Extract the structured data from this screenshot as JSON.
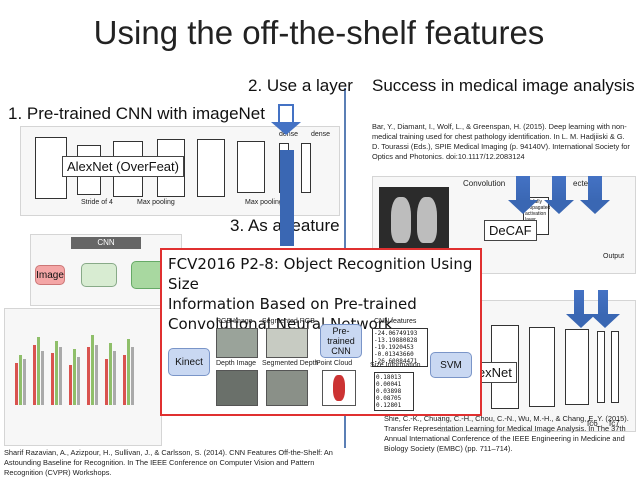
{
  "slide": {
    "title": "Using the off-the-shelf features",
    "step1": "1. Pre-trained CNN with imageNet",
    "step2": "2. Use a layer",
    "step3": "3. As a feature",
    "success": "Success in medical image analysis"
  },
  "citations": {
    "bar": "Bar, Y., Diamant, I., Wolf, L., & Greenspan, H. (2015). Deep learning with non-medical training used for chest pathology identification. In L. M. Hadjiiski & G. D. Tourassi (Eds.), SPIE Medical Imaging (p. 94140V). International Society for Optics and Photonics. doi:10.1117/12.2083124",
    "razavian": "Sharif Razavian, A., Azizpour, H., Sullivan, J., & Carlsson, S. (2014). CNN Features Off-the-Shelf: An Astounding Baseline for Recognition. In The IEEE Conference on Computer Vision and Pattern Recognition (CVPR) Workshops.",
    "shie": "Shie, C.-K., Chuang, C.-H., Chou, C.-N., Wu, M.-H., & Chang, E. Y. (2015). Transfer Representation Learning for Medical Image Analysis. In The 37th Annual International Conference of the IEEE Engineering in Medicine and Biology Society (EMBC) (pp. 711–714)."
  },
  "figures": {
    "alexnet_label": "AlexNet (OverFeat)",
    "decaf_label": "DeCAF",
    "alexnet_right_label": "lexNet",
    "convolution": "Convolution",
    "fully_connected": "ected",
    "first_fully": "1st fully propagated activation layer",
    "fc6": "fc6",
    "fc7": "fc7",
    "output": "Output",
    "max_pooling": "Max pooling",
    "stride": "Stride of 4",
    "dense": "dense",
    "cnn": "CNN"
  },
  "fcv": {
    "title_line1": "FCV2016 P2-8: Object Recognition Using Size",
    "title_line2": "Information Based on Pre-trained",
    "title_line3": "Convolutional Neural Network",
    "kinect": "Kinect",
    "rgb_image": "RGB Image",
    "segmented_rgb": "Segmented RGB",
    "depth_image": "Depth Image",
    "segmented_depth": "Segmented Depth",
    "point_cloud": "Point Cloud",
    "pretrained_cnn": "Pre-trained CNN",
    "cnn_features": "CNN features",
    "size_information": "Size Information",
    "svm": "SVM",
    "features": [
      "-24.06749193",
      "-13.19880828",
      "-19.1920453",
      "-0.01343660",
      "-26.60084471"
    ],
    "size_values": [
      "0.18013",
      "0.00041",
      "0.03898",
      "0.08705",
      "0.12801"
    ]
  },
  "colors": {
    "accent": "#4472c4",
    "highlight": "#e03030"
  }
}
